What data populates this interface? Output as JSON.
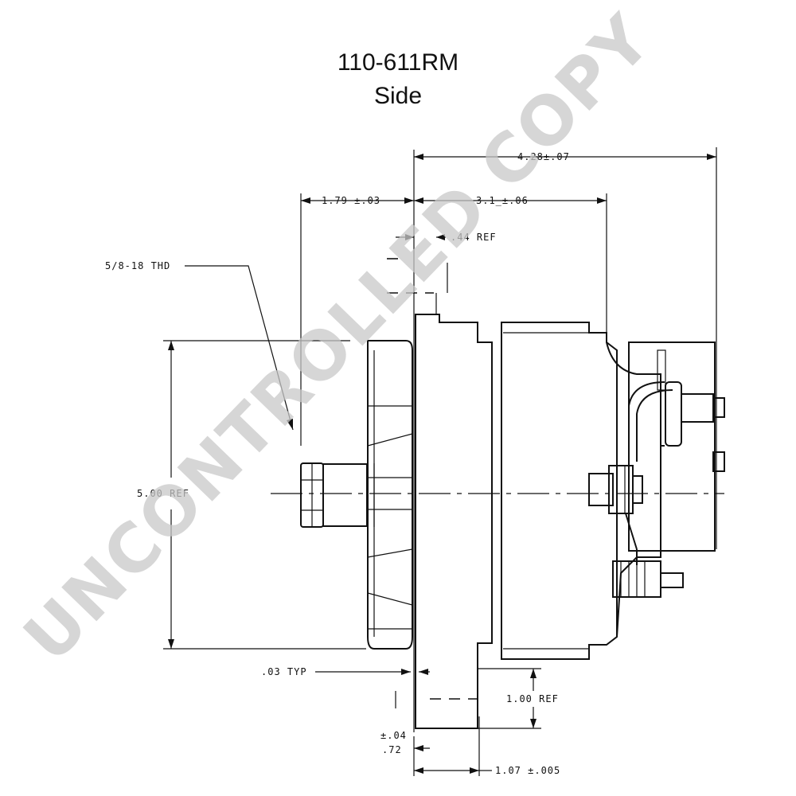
{
  "title": {
    "part_number": "110-611RM",
    "view": "Side"
  },
  "dimensions": {
    "overall_length": "4.28±.07",
    "shaft_extension": "1.79 ±.03",
    "body_length": "3.1_±.06",
    "flange_ref": ".44 REF",
    "thread": "5/8-18 THD",
    "pulley_diameter": "5.00 REF",
    "flange_thickness": ".03 TYP",
    "mount_ref": "1.00 REF",
    "hub_tolerance": "±.04",
    "hub_length": ".72",
    "mount_length": "1.07 ±.005"
  },
  "watermark": "UNCONTROLLED COPY"
}
